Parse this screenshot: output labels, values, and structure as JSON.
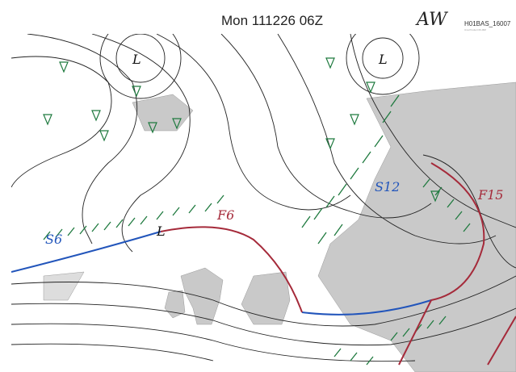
{
  "header": {
    "title": "Mon 111226 06Z",
    "signature": "AW",
    "code": "H01BAS_16007",
    "subcode": "Una Product 06-06Z"
  },
  "colors": {
    "front_cold": "#2255bb",
    "front_occluded": "#a52a3a",
    "wind": "#1f7a3f",
    "land": "#c9c9c9",
    "isobar": "#222222"
  },
  "labels": {
    "low1": "L",
    "low2": "L",
    "low3": "L",
    "s6": "S6",
    "f6": "F6",
    "s12": "S12",
    "f15": "F15"
  }
}
